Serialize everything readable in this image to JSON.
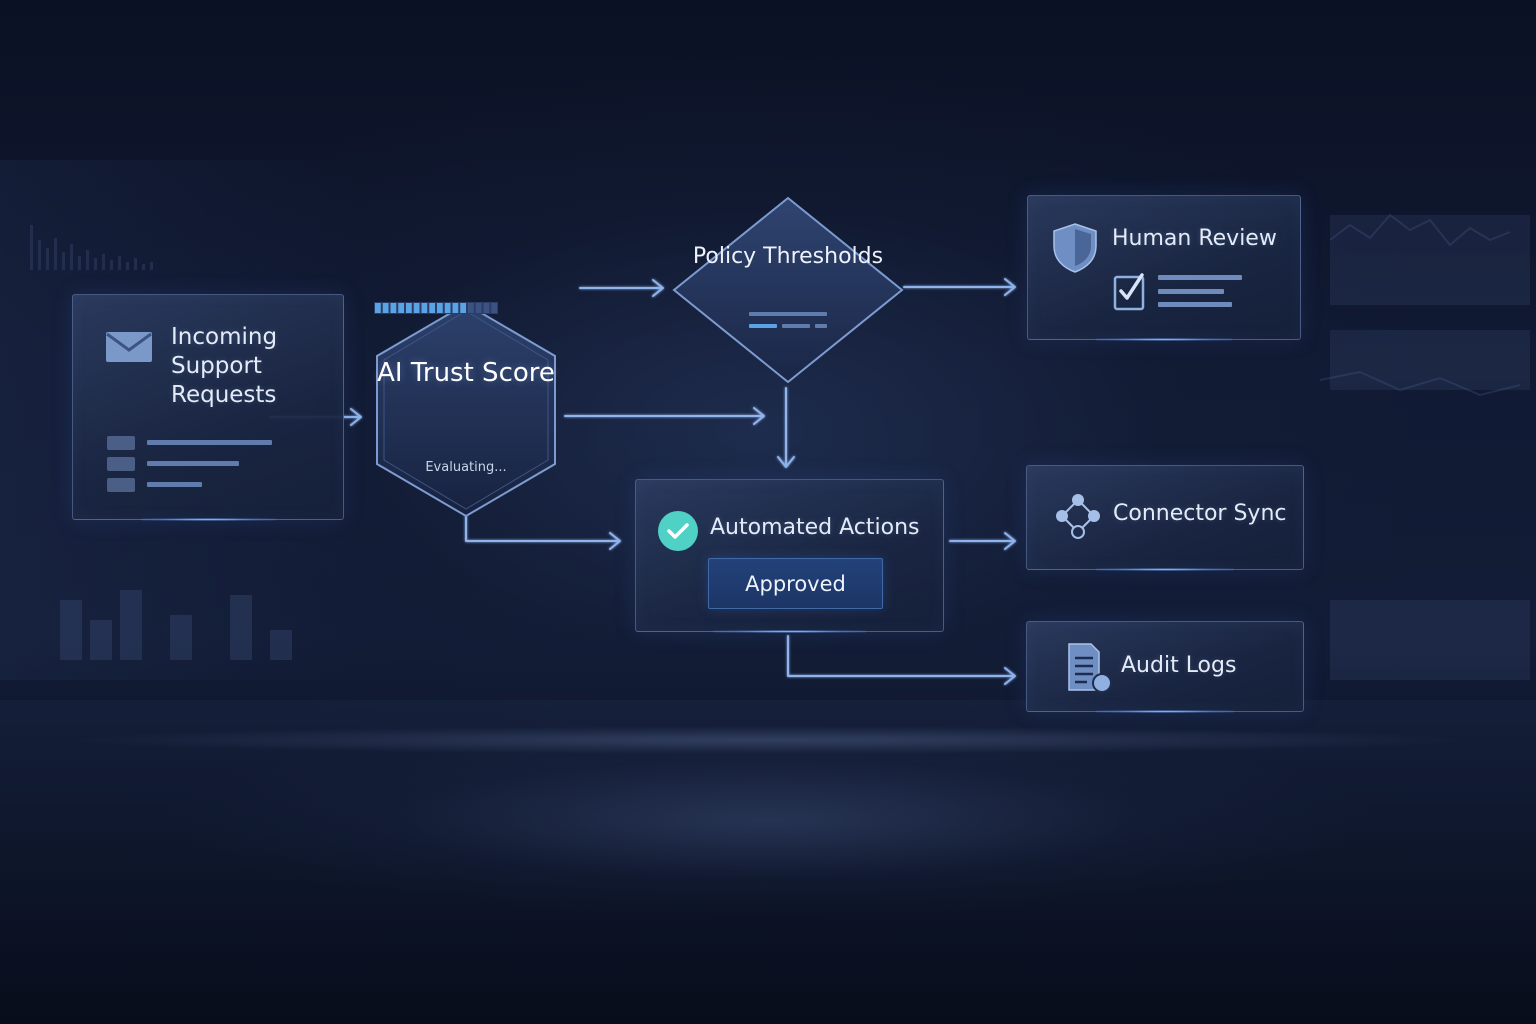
{
  "nodes": {
    "incoming": {
      "label": "Incoming Support Requests",
      "icon": "envelope-icon"
    },
    "trust_score": {
      "title": "AI Trust Score",
      "status": "Evaluating...",
      "progress": 0.75,
      "icon": "hexagon"
    },
    "policy": {
      "title": "Policy Thresholds"
    },
    "automated": {
      "label": "Automated Actions",
      "button_label": "Approved",
      "icon": "check-circle-icon"
    },
    "human_review": {
      "label": "Human Review",
      "icons": [
        "shield-icon",
        "checklist-icon"
      ]
    },
    "connector_sync": {
      "label": "Connector Sync",
      "icon": "nodes-icon"
    },
    "audit_logs": {
      "label": "Audit Logs",
      "icon": "document-icon"
    }
  },
  "colors": {
    "background": "#0b1124",
    "panel": "#1e2c4d",
    "border": "#6e87b9",
    "arrow": "#8fb4ee",
    "accent_teal": "#4fd1c5",
    "button": "#1f3b70",
    "progress": "#5aa4e6"
  }
}
